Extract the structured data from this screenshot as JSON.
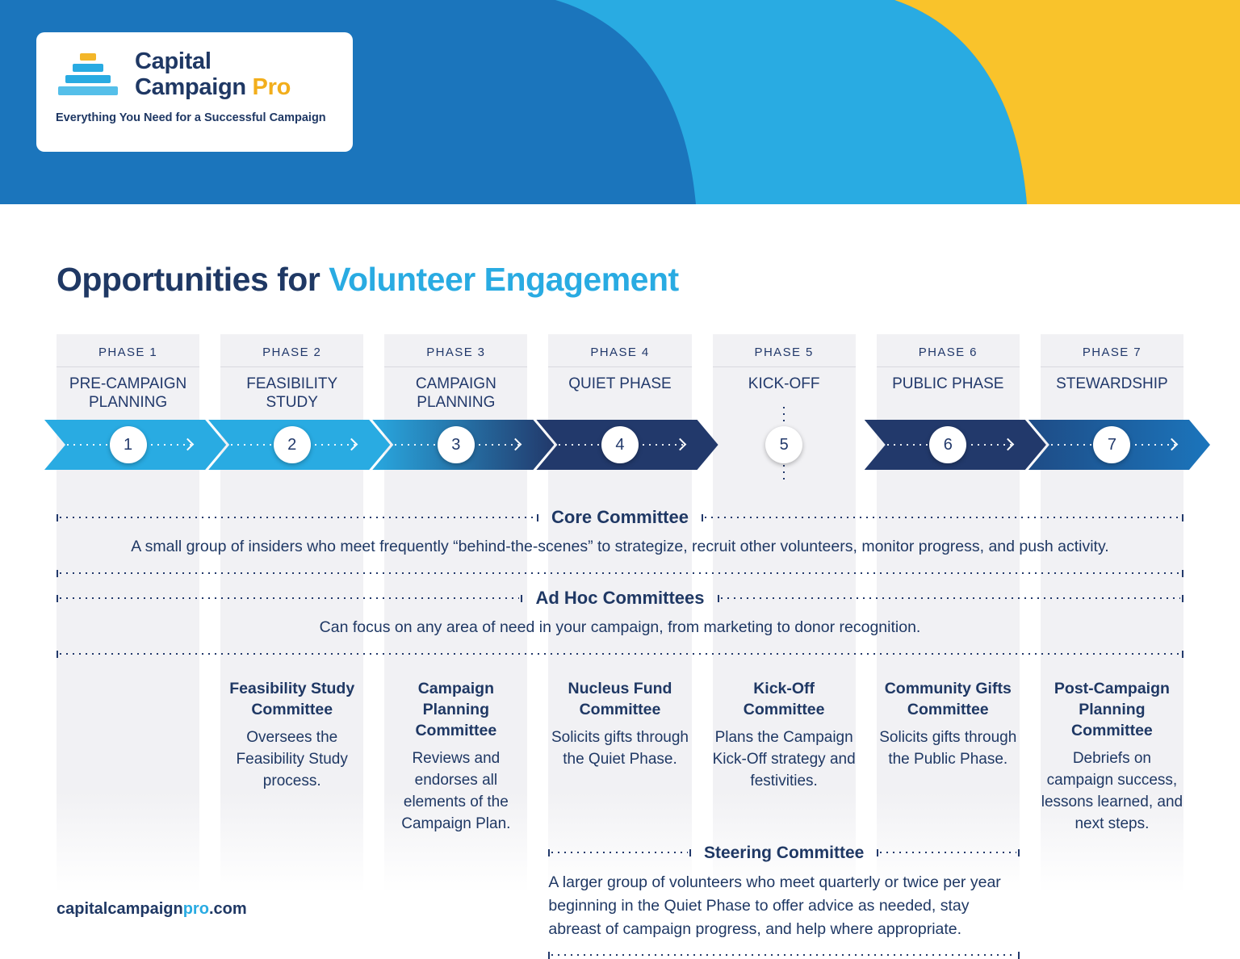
{
  "brand": {
    "logo_line1": "Capital",
    "logo_line2": "Campaign ",
    "logo_pro": "Pro",
    "tagline": "Everything You Need for a Successful Campaign",
    "footer_prefix": "capitalcampaign",
    "footer_highlight": "pro",
    "footer_suffix": ".com"
  },
  "title": {
    "prefix": "Opportunities for ",
    "highlight": "Volunteer Engagement"
  },
  "colors": {
    "navy": "#1F3864",
    "cyan": "#29ABE2",
    "medium_blue": "#1B75BC",
    "yellow": "#F9C32B",
    "stripe_gray": "#F1F1F4"
  },
  "phases": [
    {
      "label": "PHASE 1",
      "name": "PRE-CAMPAIGN PLANNING",
      "number": "1",
      "arrow_style": "cyan"
    },
    {
      "label": "PHASE 2",
      "name": "FEASIBILITY STUDY",
      "number": "2",
      "arrow_style": "cyan"
    },
    {
      "label": "PHASE 3",
      "name": "CAMPAIGN PLANNING",
      "number": "3",
      "arrow_style": "gradient-cyan-to-navy"
    },
    {
      "label": "PHASE 4",
      "name": "QUIET PHASE",
      "number": "4",
      "arrow_style": "navy"
    },
    {
      "label": "PHASE 5",
      "name": "KICK-OFF",
      "number": "5",
      "arrow_style": "circle-only-dotted-vertical"
    },
    {
      "label": "PHASE 6",
      "name": "PUBLIC PHASE",
      "number": "6",
      "arrow_style": "navy"
    },
    {
      "label": "PHASE 7",
      "name": "STEWARDSHIP",
      "number": "7",
      "arrow_style": "gradient-navy-to-blue"
    }
  ],
  "core_committee": {
    "title": "Core Committee",
    "description": "A small group of insiders who meet frequently “behind-the-scenes” to strategize, recruit other volunteers, monitor progress, and push activity."
  },
  "ad_hoc": {
    "title": "Ad Hoc Committees",
    "description": "Can focus on any area of need in your campaign, from marketing to donor recognition."
  },
  "committees": [
    {
      "phase": "PHASE 2",
      "title": "Feasibility Study Committee",
      "description": "Oversees the Feasibility Study process."
    },
    {
      "phase": "PHASE 3",
      "title": "Campaign Planning Committee",
      "description": "Reviews and endorses all elements of the Campaign Plan."
    },
    {
      "phase": "PHASE 4",
      "title": "Nucleus Fund Committee",
      "description": "Solicits gifts through the Quiet Phase."
    },
    {
      "phase": "PHASE 5",
      "title": "Kick-Off Committee",
      "description": "Plans the Campaign Kick-Off strategy and festivities."
    },
    {
      "phase": "PHASE 6",
      "title": "Community Gifts Committee",
      "description": "Solicits gifts through the Public Phase."
    },
    {
      "phase": "PHASE 7",
      "title": "Post-Campaign Planning Committee",
      "description": "Debriefs on campaign success, lessons learned, and next steps."
    }
  ],
  "steering": {
    "title": "Steering Committee",
    "description": "A larger group of volunteers who meet quarterly or twice per year beginning in the Quiet Phase to offer advice as needed, stay abreast of campaign progress, and help where appropriate."
  }
}
